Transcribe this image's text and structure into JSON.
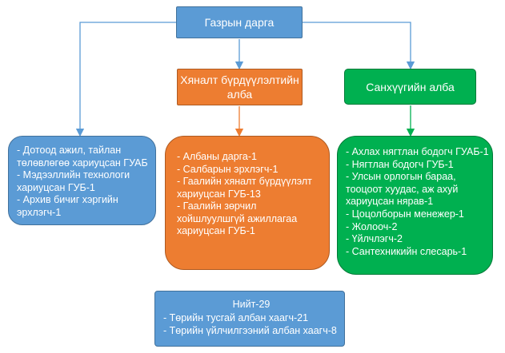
{
  "nodes": {
    "head": "Газрын дарга",
    "control": "Хяналт бүрдүүлэлтийн алба",
    "finance": "Санхүүгийн алба"
  },
  "left_list": [
    "- Дотоод ажил, тайлан",
    "төлөвлөгөө хариуцсан ГУАБ",
    "- Мэдээллийн технологи",
    "хариуцсан ГУБ-1",
    "- Архив бичиг хэргийн",
    "эрхлэгч-1"
  ],
  "mid_list": [
    "- Албаны дарга-1",
    "- Салбарын эрхлэгч-1",
    "- Гаалийн хяналт бүрдүүлэлт",
    "хариуцсан ГУБ-13",
    "- Гаалийн зөрчил",
    "хойшлуулшгүй ажиллагаа",
    "хариуцсан ГУБ-1"
  ],
  "right_list": [
    "- Ахлах нягтлан бодогч ГУАБ-1",
    "- Нягтлан бодогч ГУБ-1",
    "- Улсын орлогын бараа,",
    "тооцоот хуудас, аж ахуй",
    "хариуцсан нярав-1",
    "- Цоцолборын менежер-1",
    "- Жолооч-2",
    "- Үйлчлэгч-2",
    "- Сантехникийн слесарь-1"
  ],
  "total": {
    "title": "Нийт-29",
    "lines": [
      "- Төрийн тусгай албан хаагч-21",
      "- Төрийн үйлчилгээний албан хаагч-8"
    ]
  },
  "colors": {
    "blue": "#5b9bd5",
    "orange": "#ed7d31",
    "green": "#00b050",
    "connector_blue": "#5b9bd5",
    "connector_orange": "#ed7d31",
    "connector_green": "#00b050"
  }
}
